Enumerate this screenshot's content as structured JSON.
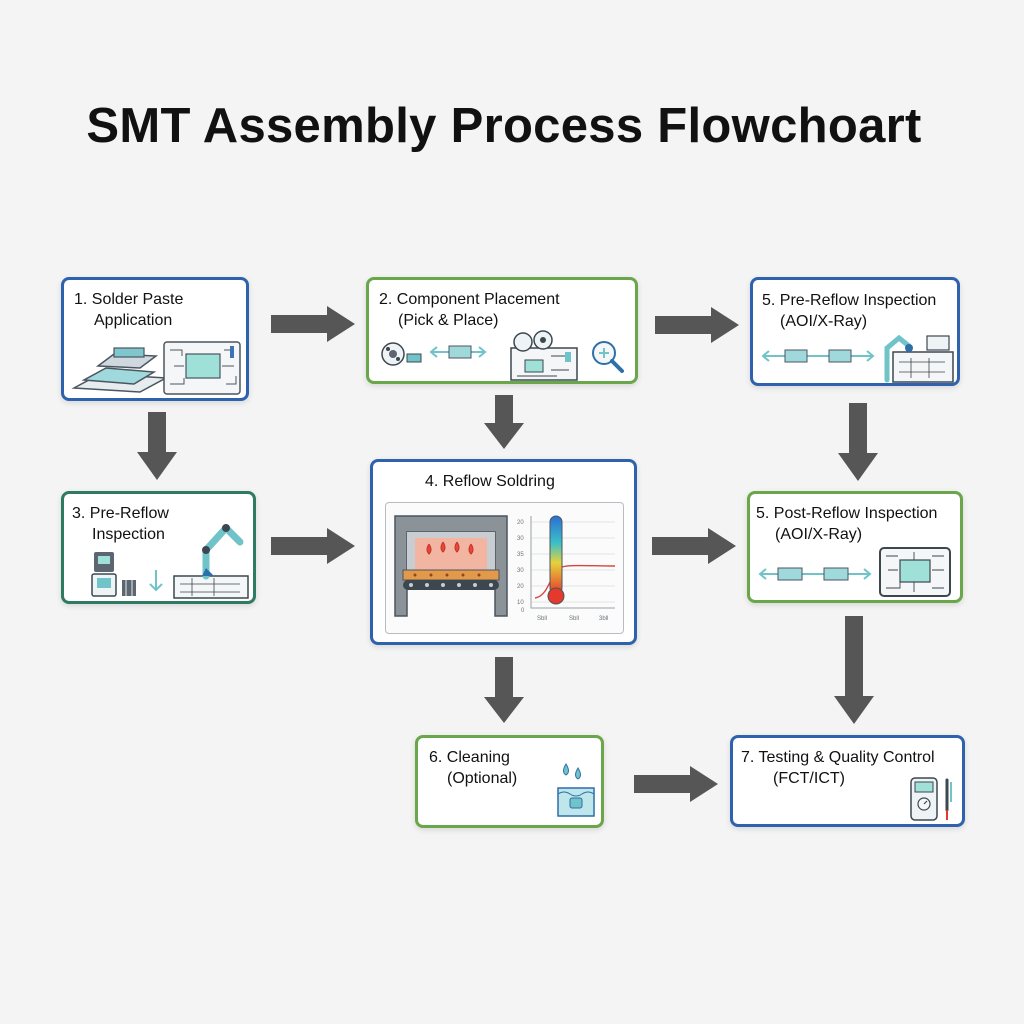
{
  "title": "SMT Assembly Process Flowchoart",
  "steps": [
    {
      "line1": "1. Solder Paste",
      "line2": "Application"
    },
    {
      "line1": "2. Component Placement",
      "line2": "(Pick & Place)"
    },
    {
      "line1": "5. Pre-Reflow Inspection",
      "line2": "(AOI/X-Ray)"
    },
    {
      "line1": "3. Pre-Reflow",
      "line2": "Inspection"
    },
    {
      "line1": "4. Reflow Soldring"
    },
    {
      "line1": "5. Post-Reflow Inspection",
      "line2": "(AOI/X-Ray)"
    },
    {
      "line1": "6. Cleaning",
      "line2": "(Optional)"
    },
    {
      "line1": "7. Testing & Quality Control",
      "line2": "(FCT/ICT)"
    }
  ],
  "reflow_graph": {
    "y_ticks": [
      "20",
      "30",
      "35",
      "30",
      "20",
      "10",
      "0"
    ],
    "x_ticks": [
      "Sbll",
      "Sbll",
      "3bll"
    ]
  },
  "colors": {
    "blue_border": "#2f62ad",
    "green_border": "#6aa64a",
    "teal_border": "#2e7a63",
    "arrow": "#565656",
    "icon_accent": "#6fc3c9"
  }
}
